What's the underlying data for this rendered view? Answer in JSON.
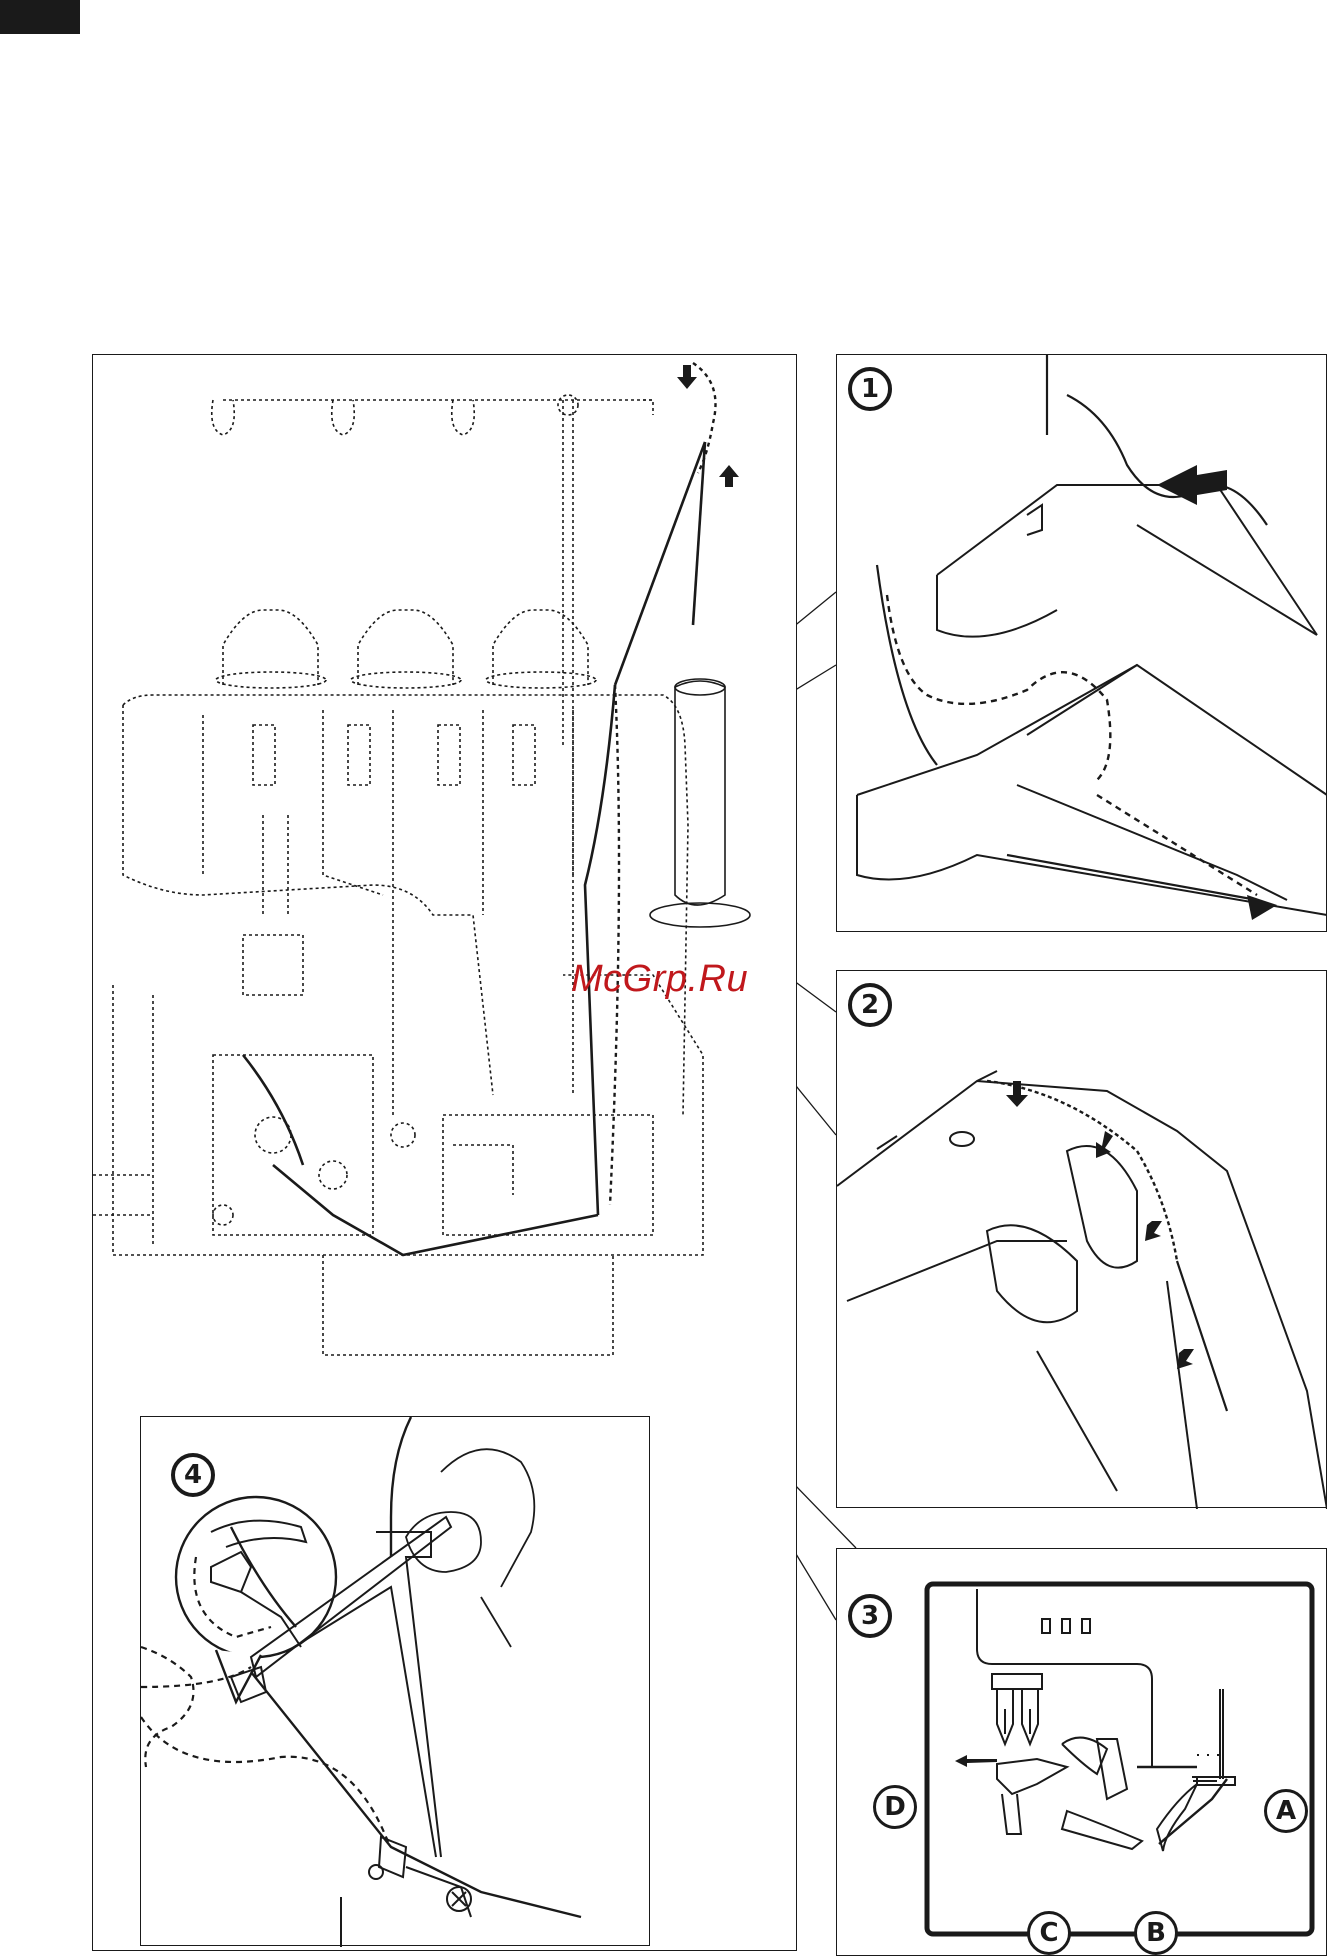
{
  "watermark": "McGrp.Ru",
  "steps": {
    "step1": "1",
    "step2": "2",
    "step3": "3",
    "step4": "4"
  },
  "guides": {
    "a": "A",
    "b": "B",
    "c": "C",
    "d": "D"
  },
  "colors": {
    "ink": "#1a1a1a",
    "watermark": "#c0181c",
    "corner_tab": "#1a1a1a"
  }
}
